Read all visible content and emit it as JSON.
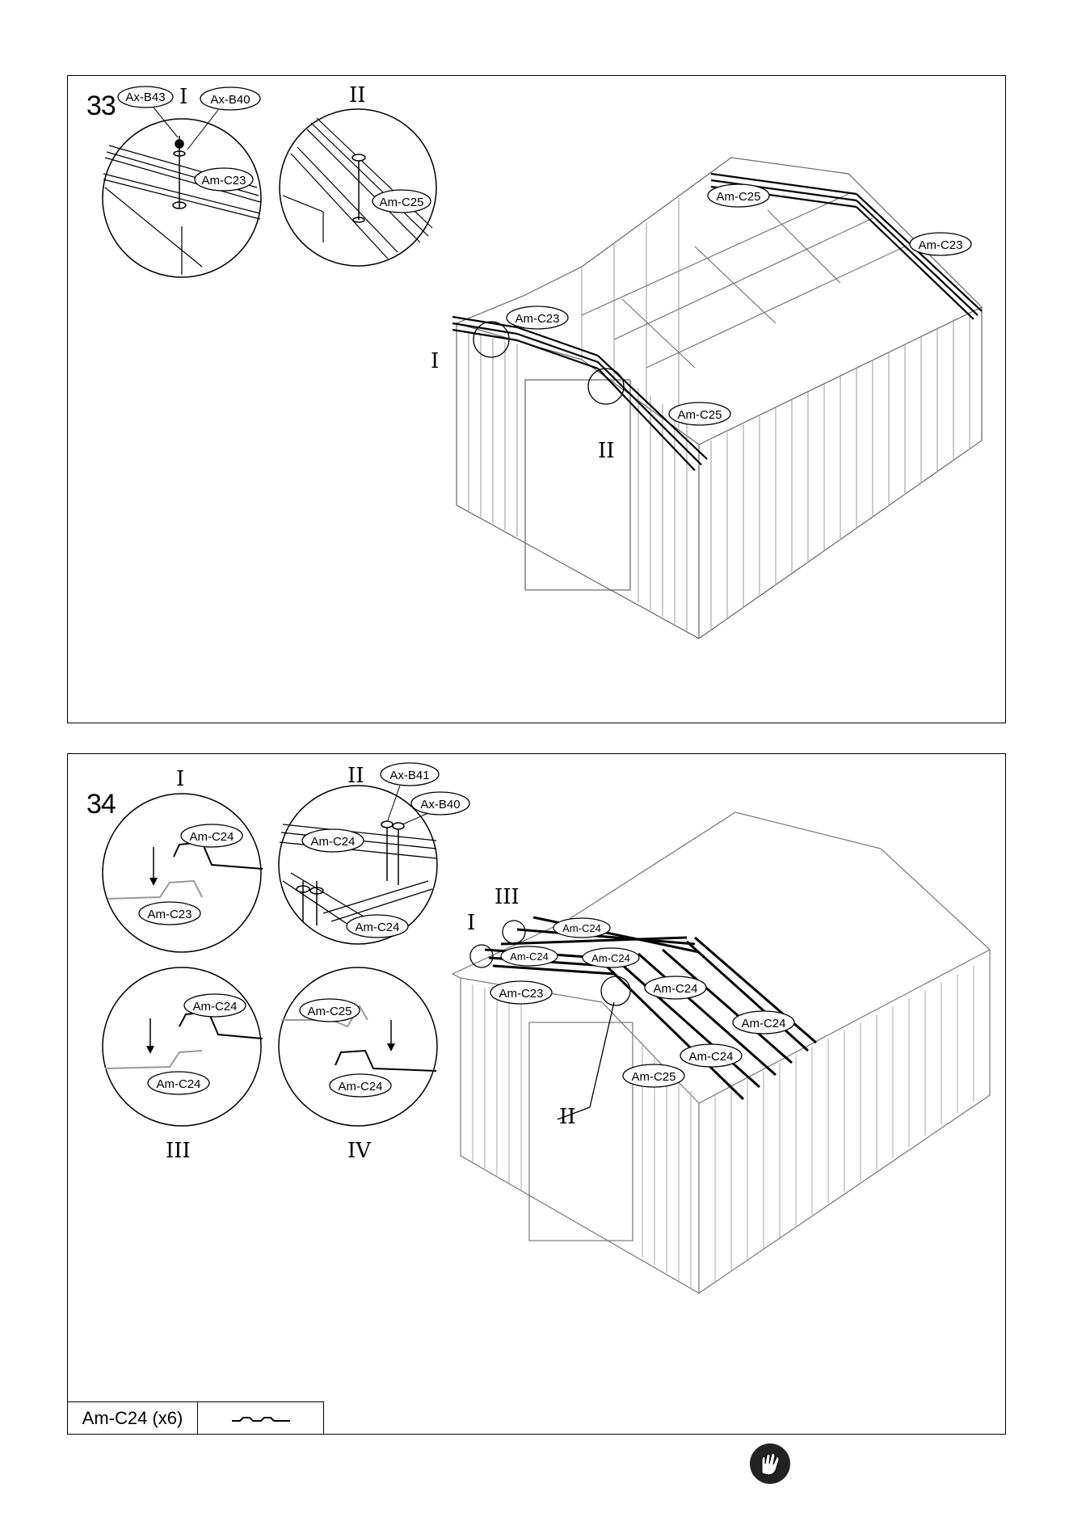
{
  "step33": {
    "number": "33",
    "detail_I": {
      "roman": "I",
      "labels": [
        "Ax-B43",
        "Ax-B40",
        "Am-C23"
      ]
    },
    "detail_II": {
      "roman": "II",
      "labels": [
        "Am-C25"
      ]
    },
    "main_labels": {
      "c25_top": "Am-C25",
      "c23_right": "Am-C23",
      "c23_left": "Am-C23",
      "c25_front": "Am-C25"
    },
    "pointer_I": "I",
    "pointer_II": "II"
  },
  "step34": {
    "number": "34",
    "detail_I": {
      "roman": "I",
      "labels": [
        "Am-C24",
        "Am-C23"
      ]
    },
    "detail_II": {
      "roman": "II",
      "labels": [
        "Ax-B41",
        "Ax-B40",
        "Am-C24",
        "Am-C24"
      ]
    },
    "detail_III": {
      "roman": "III",
      "labels": [
        "Am-C24",
        "Am-C24"
      ]
    },
    "detail_IV": {
      "roman": "IV",
      "labels": [
        "Am-C25",
        "Am-C24"
      ]
    },
    "main_labels": {
      "c24_a": "Am-C24",
      "c24_b": "Am-C24",
      "c24_c": "Am-C24",
      "c23": "Am-C23",
      "c24_d": "Am-C24",
      "c24_e": "Am-C24",
      "c24_f": "Am-C24",
      "c25": "Am-C25"
    },
    "pointer_III": "III",
    "pointer_I": "I",
    "pointer_II": "II"
  },
  "parts_table": {
    "part": "Am-C24 (x6)",
    "icon": "corrugated-panel-icon"
  },
  "footer_icon": "gloves-icon"
}
